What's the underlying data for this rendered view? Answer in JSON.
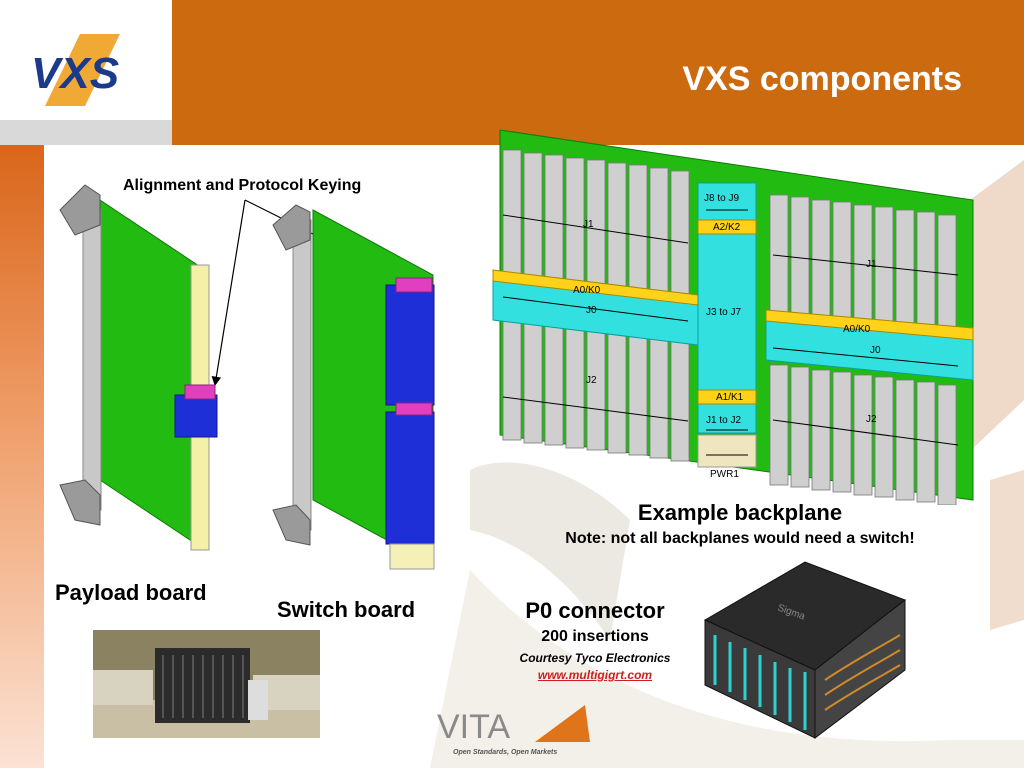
{
  "logo": {
    "text": "VXS"
  },
  "slide": {
    "title": "VXS components"
  },
  "callouts": {
    "keying": "Alignment and Protocol Keying"
  },
  "boards": {
    "payload_label": "Payload board",
    "switch_label": "Switch board"
  },
  "backplane": {
    "caption": "Example backplane",
    "note": "Note: not all backplanes would need a switch!",
    "labels": {
      "j1_left": "J1",
      "a0k0_left": "A0/K0",
      "j0_left": "J0",
      "j2_left": "J2",
      "j8j9": "J8 to J9",
      "a2k2": "A2/K2",
      "j3j7": "J3 to J7",
      "a1k1": "A1/K1",
      "j1j2": "J1 to J2",
      "pwr1": "PWR1",
      "j1_right": "J1",
      "a0k0_right": "A0/K0",
      "j0_right": "J0",
      "j2_right": "J2"
    }
  },
  "connector": {
    "title": "P0 connector",
    "insertions": "200 insertions",
    "courtesy": "Courtesy Tyco Electronics",
    "url": "www.multigigrt.com",
    "brand": "Sigma"
  },
  "footer": {
    "vita_logo": "VITA",
    "tagline": "Open Standards, Open Markets"
  },
  "colors": {
    "header": "#cc6a10",
    "pcb_green": "#22bb11",
    "cyan": "#33e0e0",
    "blue": "#1f2fd8",
    "magenta": "#e040c0",
    "keying_yellow": "#ffd21a"
  }
}
